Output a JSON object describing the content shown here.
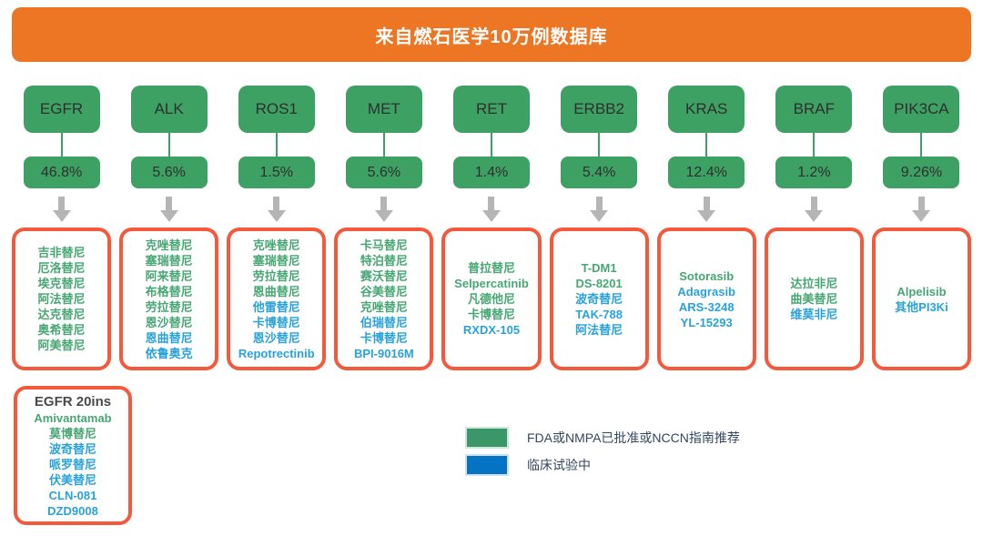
{
  "banner": {
    "title": "来自燃石医学10万例数据库"
  },
  "columns": [
    {
      "gene": "EGFR",
      "percent": "46.8%",
      "drugs": [
        {
          "name": "吉非替尼",
          "status": "approved"
        },
        {
          "name": "厄洛替尼",
          "status": "approved"
        },
        {
          "name": "埃克替尼",
          "status": "approved"
        },
        {
          "name": "阿法替尼",
          "status": "approved"
        },
        {
          "name": "达克替尼",
          "status": "approved"
        },
        {
          "name": "奥希替尼",
          "status": "approved"
        },
        {
          "name": "阿美替尼",
          "status": "approved"
        }
      ]
    },
    {
      "gene": "ALK",
      "percent": "5.6%",
      "drugs": [
        {
          "name": "克唑替尼",
          "status": "approved"
        },
        {
          "name": "塞瑞替尼",
          "status": "approved"
        },
        {
          "name": "阿来替尼",
          "status": "approved"
        },
        {
          "name": "布格替尼",
          "status": "approved"
        },
        {
          "name": "劳拉替尼",
          "status": "approved"
        },
        {
          "name": "恩沙替尼",
          "status": "approved"
        },
        {
          "name": "恩曲替尼",
          "status": "trial"
        },
        {
          "name": "依鲁奥克",
          "status": "trial"
        }
      ]
    },
    {
      "gene": "ROS1",
      "percent": "1.5%",
      "drugs": [
        {
          "name": "克唑替尼",
          "status": "approved"
        },
        {
          "name": "塞瑞替尼",
          "status": "approved"
        },
        {
          "name": "劳拉替尼",
          "status": "approved"
        },
        {
          "name": "恩曲替尼",
          "status": "approved"
        },
        {
          "name": "他雷替尼",
          "status": "trial"
        },
        {
          "name": "卡博替尼",
          "status": "trial"
        },
        {
          "name": "恩沙替尼",
          "status": "trial"
        },
        {
          "name": "Repotrectinib",
          "status": "trial"
        }
      ]
    },
    {
      "gene": "MET",
      "percent": "5.6%",
      "drugs": [
        {
          "name": "卡马替尼",
          "status": "approved"
        },
        {
          "name": "特泊替尼",
          "status": "approved"
        },
        {
          "name": "赛沃替尼",
          "status": "approved"
        },
        {
          "name": "谷美替尼",
          "status": "approved"
        },
        {
          "name": "克唑替尼",
          "status": "approved"
        },
        {
          "name": "伯瑞替尼",
          "status": "trial"
        },
        {
          "name": "卡博替尼",
          "status": "trial"
        },
        {
          "name": "BPI-9016M",
          "status": "trial"
        }
      ]
    },
    {
      "gene": "RET",
      "percent": "1.4%",
      "drugs": [
        {
          "name": "普拉替尼",
          "status": "approved"
        },
        {
          "name": "Selpercatinib",
          "status": "approved"
        },
        {
          "name": "凡德他尼",
          "status": "approved"
        },
        {
          "name": "卡博替尼",
          "status": "approved"
        },
        {
          "name": "RXDX-105",
          "status": "trial"
        }
      ]
    },
    {
      "gene": "ERBB2",
      "percent": "5.4%",
      "drugs": [
        {
          "name": "T-DM1",
          "status": "approved"
        },
        {
          "name": "DS-8201",
          "status": "approved"
        },
        {
          "name": "波奇替尼",
          "status": "trial"
        },
        {
          "name": "TAK-788",
          "status": "trial"
        },
        {
          "name": "阿法替尼",
          "status": "trial"
        }
      ]
    },
    {
      "gene": "KRAS",
      "percent": "12.4%",
      "drugs": [
        {
          "name": "Sotorasib",
          "status": "approved"
        },
        {
          "name": "Adagrasib",
          "status": "trial"
        },
        {
          "name": "ARS-3248",
          "status": "trial"
        },
        {
          "name": "YL-15293",
          "status": "trial"
        }
      ]
    },
    {
      "gene": "BRAF",
      "percent": "1.2%",
      "drugs": [
        {
          "name": "达拉非尼",
          "status": "approved"
        },
        {
          "name": "曲美替尼",
          "status": "approved"
        },
        {
          "name": "维莫非尼",
          "status": "trial"
        }
      ]
    },
    {
      "gene": "PIK3CA",
      "percent": "9.26%",
      "drugs": [
        {
          "name": "Alpelisib",
          "status": "approved"
        },
        {
          "name": "其他PI3Ki",
          "status": "trial"
        }
      ]
    }
  ],
  "egfr20ins_box": {
    "title": "EGFR 20ins",
    "drugs": [
      {
        "name": "Amivantamab",
        "status": "approved"
      },
      {
        "name": "莫博替尼",
        "status": "approved"
      },
      {
        "name": "波奇替尼",
        "status": "trial"
      },
      {
        "name": "哌罗替尼",
        "status": "trial"
      },
      {
        "name": "伏美替尼",
        "status": "trial"
      },
      {
        "name": "CLN-081",
        "status": "trial"
      },
      {
        "name": "DZD9008",
        "status": "trial"
      }
    ]
  },
  "legend": {
    "items": [
      {
        "label": "FDA或NMPA已批准或NCCN指南推荐",
        "status": "approved",
        "color": "#3a9768"
      },
      {
        "label": "临床试验中",
        "status": "trial",
        "color": "#0473c4"
      }
    ]
  },
  "colors": {
    "banner_orange": "#ec7623",
    "node_green": "#3da164",
    "approved_text_green": "#47a674",
    "trial_text_blue": "#29a2da",
    "box_border_coral": "#f4593c",
    "arrow_gray": "#b5b5b5"
  }
}
